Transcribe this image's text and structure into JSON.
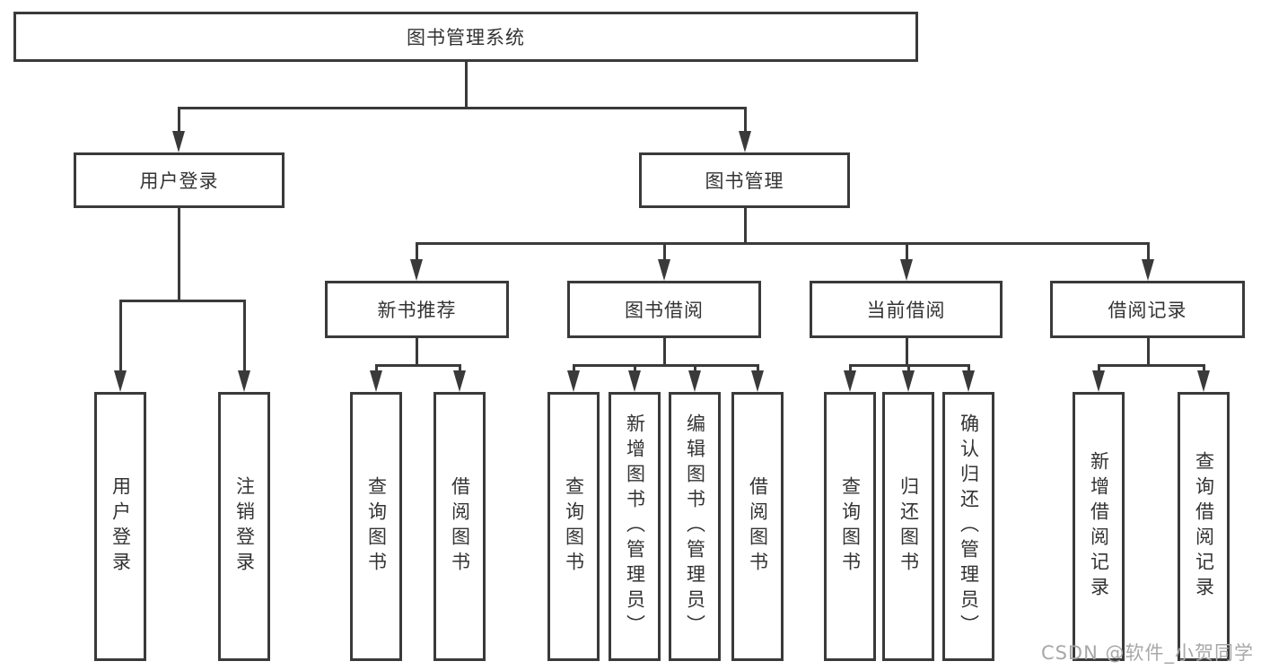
{
  "diagram": {
    "root": {
      "id": "root",
      "label": "图书管理系统"
    },
    "level2": [
      {
        "id": "user-login",
        "label": "用户登录",
        "parent": "root"
      },
      {
        "id": "book-mgmt",
        "label": "图书管理",
        "parent": "root"
      }
    ],
    "level3": [
      {
        "id": "new-book-rec",
        "label": "新书推荐",
        "parent": "book-mgmt"
      },
      {
        "id": "book-borrow",
        "label": "图书借阅",
        "parent": "book-mgmt"
      },
      {
        "id": "current-borrow",
        "label": "当前借阅",
        "parent": "book-mgmt"
      },
      {
        "id": "borrow-records",
        "label": "借阅记录",
        "parent": "book-mgmt"
      }
    ],
    "leaves": [
      {
        "id": "leaf-user-login",
        "label": "用户登录",
        "parent": "user-login"
      },
      {
        "id": "leaf-logout",
        "label": "注销登录",
        "parent": "user-login"
      },
      {
        "id": "leaf-nb-query",
        "label": "查询图书",
        "parent": "new-book-rec"
      },
      {
        "id": "leaf-nb-borrow",
        "label": "借阅图书",
        "parent": "new-book-rec"
      },
      {
        "id": "leaf-bb-query",
        "label": "查询图书",
        "parent": "book-borrow"
      },
      {
        "id": "leaf-bb-add",
        "label": "新增图书（管理员）",
        "parent": "book-borrow"
      },
      {
        "id": "leaf-bb-edit",
        "label": "编辑图书（管理员）",
        "parent": "book-borrow"
      },
      {
        "id": "leaf-bb-borrow",
        "label": "借阅图书",
        "parent": "book-borrow"
      },
      {
        "id": "leaf-cb-query",
        "label": "查询图书",
        "parent": "current-borrow"
      },
      {
        "id": "leaf-cb-return",
        "label": "归还图书",
        "parent": "current-borrow"
      },
      {
        "id": "leaf-cb-confirm",
        "label": "确认归还（管理员）",
        "parent": "current-borrow"
      },
      {
        "id": "leaf-br-add",
        "label": "新增借阅记录",
        "parent": "borrow-records"
      },
      {
        "id": "leaf-br-query",
        "label": "查询借阅记录",
        "parent": "borrow-records"
      }
    ]
  },
  "colors": {
    "line": "#3a3a3a",
    "text": "#333333",
    "background": "#ffffff",
    "watermark": "#a8a8a8"
  },
  "watermark": {
    "text": "CSDN @软件_小贺同学"
  }
}
